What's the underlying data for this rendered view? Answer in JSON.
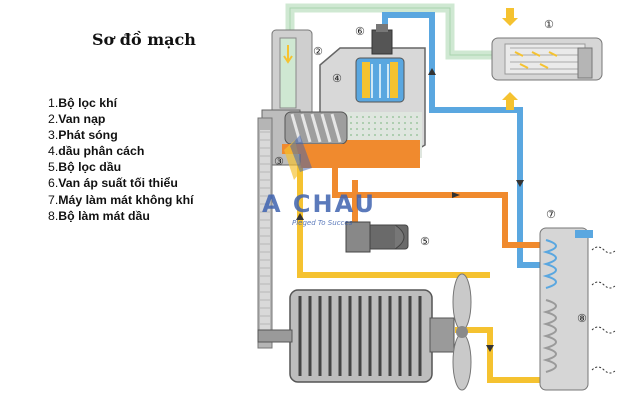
{
  "title": "Sơ đồ mạch",
  "legend": [
    {
      "num": "1.",
      "label": "Bộ lọc khí"
    },
    {
      "num": "2.",
      "label": "Van nạp"
    },
    {
      "num": "3.",
      "label": "Phát sóng"
    },
    {
      "num": "4.",
      "label": "dầu phân cách"
    },
    {
      "num": "5.",
      "label": "Bộ lọc dầu"
    },
    {
      "num": "6.",
      "label": "Van áp suất tối thiểu"
    },
    {
      "num": "7.",
      "label": "Máy làm mát không khí"
    },
    {
      "num": "8.",
      "label": "Bộ làm mát dầu"
    }
  ],
  "callouts": [
    "①",
    "②",
    "③",
    "④",
    "⑤",
    "⑥",
    "⑦",
    "⑧"
  ],
  "watermark": {
    "brand": "A CHAU",
    "tagline": "Pleged To Succes"
  },
  "colors": {
    "air_line": "#cfe8d2",
    "compressed_air": "#5aa7e0",
    "hot_oil": "#f08a2e",
    "cool_oil": "#f5c230",
    "machine_gray": "#bdbdbd",
    "dark_gray": "#555555",
    "watermark_blue": "#3f63b0"
  }
}
